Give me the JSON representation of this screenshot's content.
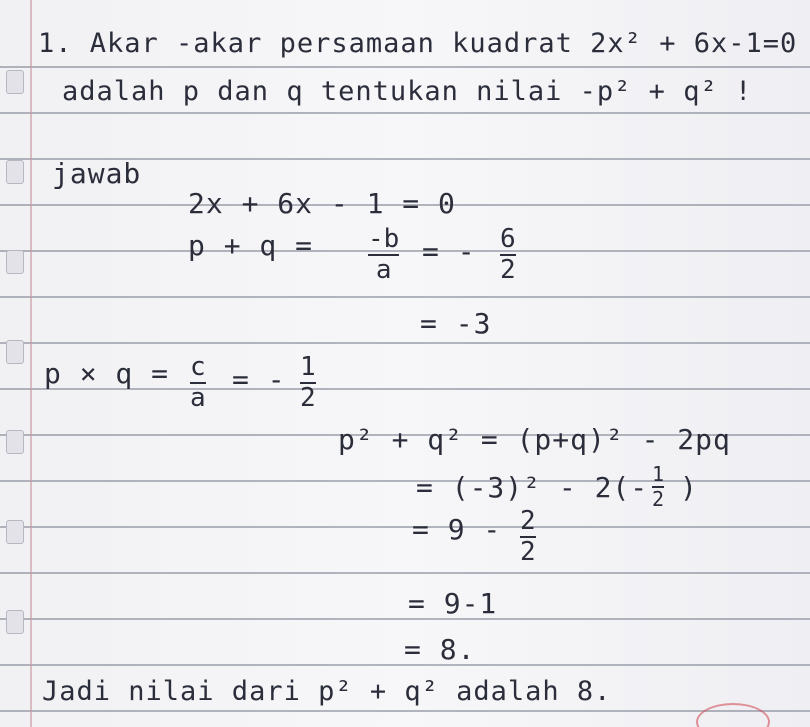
{
  "problem": {
    "line1": "1. Akar -akar persamaan kuadrat 2x² + 6x-1=0",
    "line2": "adalah p dan q tentukan nilai -p² + q² !"
  },
  "work": {
    "label": "jawab",
    "eq1": "2x + 6x - 1 = 0",
    "sum_lhs": "p + q =",
    "sum_frac1_num": "-b",
    "sum_frac1_den": "a",
    "sum_eq": "= -",
    "sum_frac2_num": "6",
    "sum_frac2_den": "2",
    "sum_result": "= -3",
    "prod_lhs": "p × q =",
    "prod_frac1_num": "c",
    "prod_frac1_den": "a",
    "prod_eq": "= -",
    "prod_frac2_num": "1",
    "prod_frac2_den": "2",
    "sq_line1": "p² + q² = (p+q)² - 2pq",
    "sq_line2": "= (-3)² - 2(-",
    "sq_line2_num": "1",
    "sq_line2_den": "2",
    "sq_line2_end": ")",
    "sq_line3": "= 9 -",
    "sq_line3_num": "2",
    "sq_line3_den": "2",
    "sq_line4": "= 9-1",
    "sq_line5": "= 8.",
    "conclusion": "Jadi nilai dari p² + q² adalah 8."
  }
}
